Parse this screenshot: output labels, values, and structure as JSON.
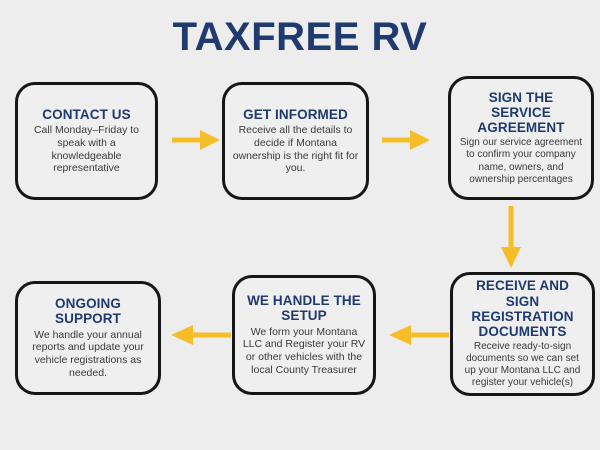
{
  "page": {
    "title": "TAXFREE RV",
    "background_color": "#ededed",
    "accent_navy": "#1f3a6e",
    "accent_gold": "#f5be29",
    "border_color": "#161616",
    "body_text_color": "#3a3a3a"
  },
  "steps": [
    {
      "id": "contact-us",
      "order": 1,
      "title": "CONTACT US",
      "body": "Call Monday–Friday to speak with a knowledgeable representative"
    },
    {
      "id": "get-informed",
      "order": 2,
      "title": "GET INFORMED",
      "body": "Receive all the details to decide if Montana ownership is the right fit for you."
    },
    {
      "id": "sign-agreement",
      "order": 3,
      "title": "SIGN THE SERVICE AGREEMENT",
      "body": "Sign our service agreement to confirm your company name, owners, and ownership percentages"
    },
    {
      "id": "receive-sign",
      "order": 4,
      "title": "RECEIVE AND SIGN REGISTRATION DOCUMENTS",
      "body": "Receive ready-to-sign documents so we can set up your Montana LLC and register your vehicle(s)"
    },
    {
      "id": "we-handle-setup",
      "order": 5,
      "title": "WE HANDLE THE SETUP",
      "body": "We form your Montana LLC and Register your RV or other vehicles with the local County Treasurer"
    },
    {
      "id": "ongoing-support",
      "order": 6,
      "title": "ONGOING SUPPORT",
      "body": "We handle your annual reports and update your vehicle registrations as needed."
    }
  ],
  "connectors": [
    {
      "id": "arrow-1",
      "from": "contact-us",
      "to": "get-informed",
      "direction": "right",
      "color": "#f5be29"
    },
    {
      "id": "arrow-2",
      "from": "get-informed",
      "to": "sign-agreement",
      "direction": "right",
      "color": "#f5be29"
    },
    {
      "id": "arrow-3",
      "from": "sign-agreement",
      "to": "receive-sign",
      "direction": "down",
      "color": "#f5be29"
    },
    {
      "id": "arrow-4",
      "from": "receive-sign",
      "to": "we-handle-setup",
      "direction": "left",
      "color": "#f5be29"
    },
    {
      "id": "arrow-5",
      "from": "we-handle-setup",
      "to": "ongoing-support",
      "direction": "left",
      "color": "#f5be29"
    }
  ]
}
